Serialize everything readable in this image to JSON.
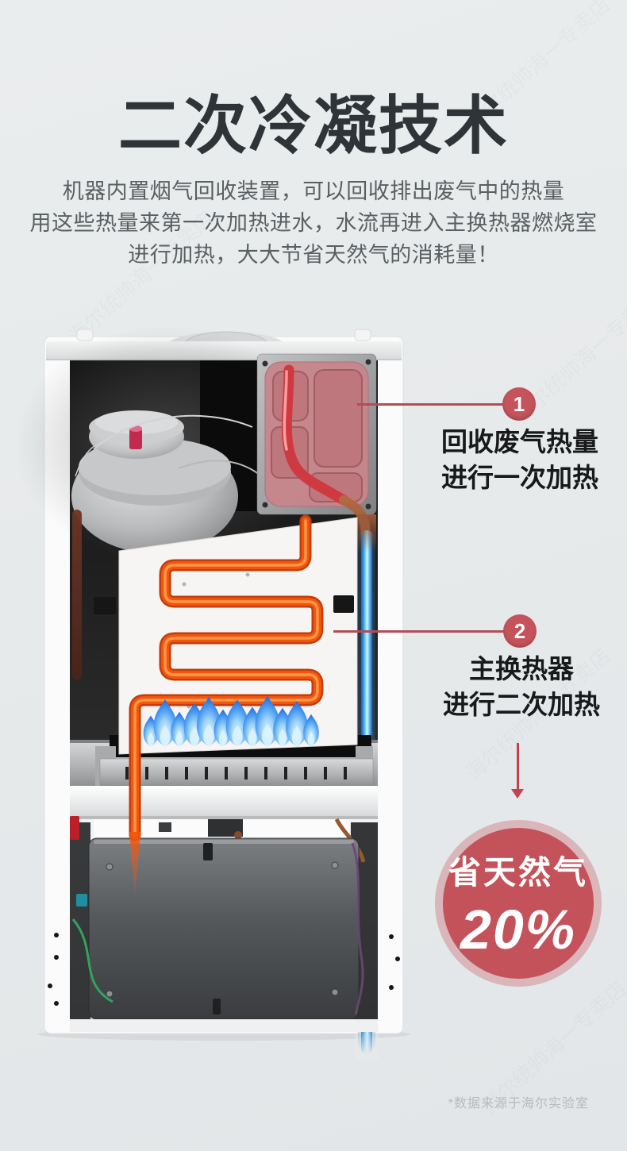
{
  "header": {
    "title": "二次冷凝技术",
    "description_lines": [
      "机器内置烟气回收装置，可以回收排出废气中的热量",
      "用这些热量来第一次加热进水，水流再进入主换热器燃烧室",
      "进行加热，大大节省天然气的消耗量！"
    ]
  },
  "callouts": [
    {
      "number": "1",
      "line1": "回收废气热量",
      "line2": "进行一次加热"
    },
    {
      "number": "2",
      "line1": "主换热器",
      "line2": "进行二次加热"
    }
  ],
  "result_badge": {
    "label": "省天然气",
    "value": "20%"
  },
  "footnote": "*数据来源于海尔实验室",
  "watermark": {
    "text": "海尔统帅海一专卖店"
  },
  "colors": {
    "background": "#e7eaeb",
    "title_dark": "#2e3437",
    "accent_red": "#c5535c",
    "connector_red": "#b24c56",
    "arrow_red": "#c2424e",
    "badge_ring_pink": "#e3b7bb",
    "coil_orange": "#f1560f",
    "flame_blue": "#47a0f0",
    "cold_pipe_blue": "#35a8e8",
    "recovery_box_pink": "#c8868b"
  }
}
